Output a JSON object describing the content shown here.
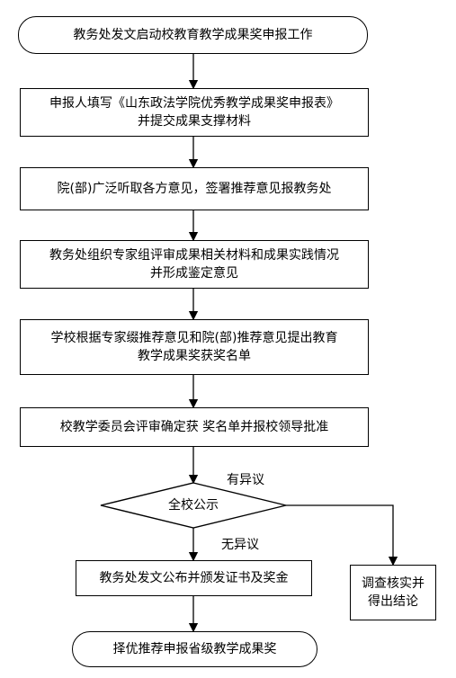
{
  "flowchart": {
    "start": "教务处发文启动校教育教学成果奖申报工作",
    "step1": {
      "line1": "申报人填写《山东政法学院优秀教学成果奖申报表》",
      "line2": "并提交成果支撑材料"
    },
    "step2": "院(部)广泛听取各方意见，签署推荐意见报教务处",
    "step3": {
      "line1": "教务处组织专家组评审成果相关材料和成果实践情况",
      "line2": "并形成鉴定意见"
    },
    "step4": {
      "line1": "学校根据专家缀推荐意见和院(部)推荐意见提出教育",
      "line2": "教学成果奖获奖名单"
    },
    "step5": "校教学委员会评审确定获 奖名单并报校领导批准",
    "decision": "全校公示",
    "label_yes": "有异议",
    "label_no": "无异议",
    "step6": "教务处发文公布并颁发证书及奖金",
    "branch": {
      "line1": "调查核实并",
      "line2": "得出结论"
    },
    "end": "择优推荐申报省级教学成果奖"
  }
}
